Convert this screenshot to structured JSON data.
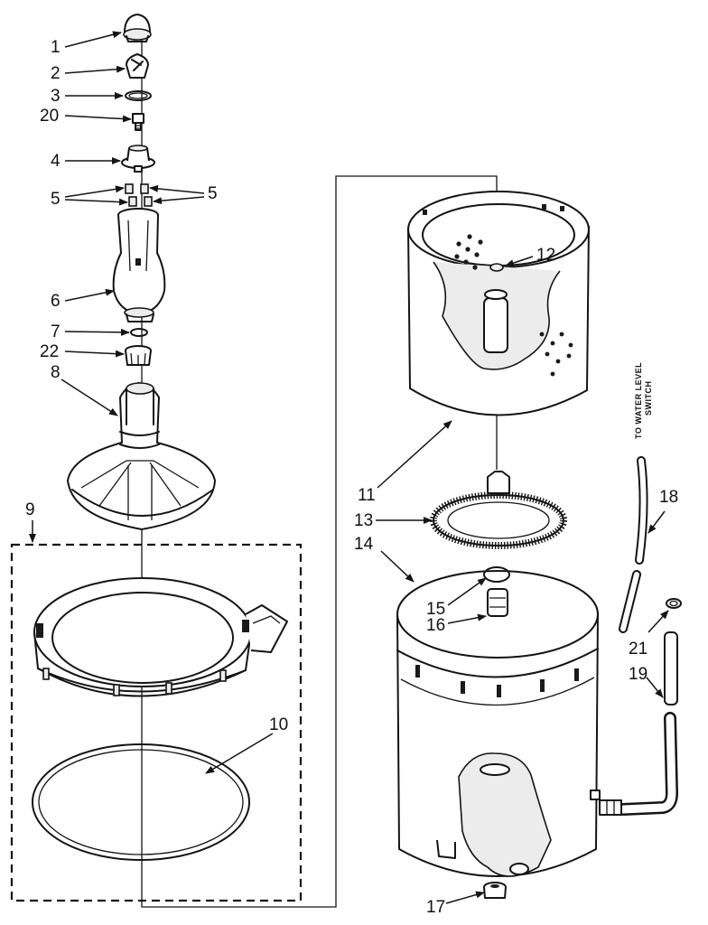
{
  "diagram": {
    "note": {
      "line1": "TO WATER LEVEL",
      "line2": "SWITCH"
    },
    "labels": {
      "p1": "1",
      "p2": "2",
      "p3": "3",
      "p20": "20",
      "p4": "4",
      "p5a": "5",
      "p5b": "5",
      "p6": "6",
      "p7": "7",
      "p22": "22",
      "p8": "8",
      "p9": "9",
      "p10": "10",
      "p11": "11",
      "p12": "12",
      "p13": "13",
      "p14": "14",
      "p15": "15",
      "p16": "16",
      "p17": "17",
      "p18": "18",
      "p19": "19",
      "p21": "21"
    },
    "colors": {
      "ink": "#141414",
      "paper": "#ffffff"
    }
  }
}
